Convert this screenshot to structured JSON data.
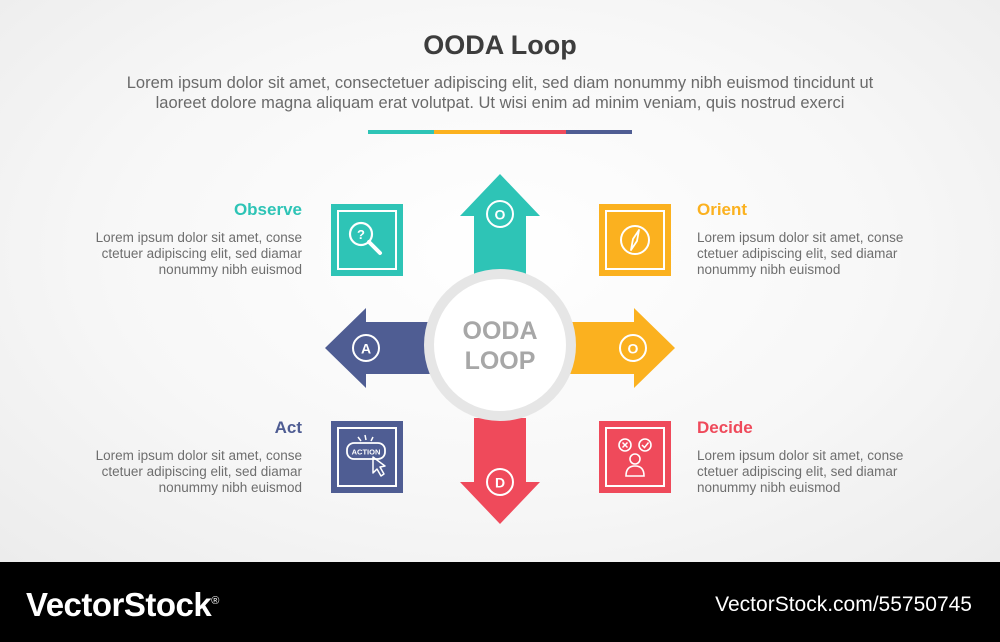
{
  "header": {
    "title": "OODA Loop",
    "subtitle_line1": "Lorem ipsum dolor sit amet, consectetuer adipiscing elit, sed diam nonummy nibh euismod tincidunt ut",
    "subtitle_line2": "laoreet dolore magna aliquam erat volutpat. Ut wisi enim ad minim veniam, quis nostrud exerci"
  },
  "colors": {
    "observe": "#2ec4b6",
    "orient": "#fbb11f",
    "decide": "#ef4a5b",
    "act": "#4f5d93",
    "hub_ring": "#e6e6e6",
    "hub_text": "#a7a7a7"
  },
  "hub": {
    "line1": "OODA",
    "line2": "LOOP"
  },
  "arrows": {
    "up_letter": "O",
    "right_letter": "O",
    "down_letter": "D",
    "left_letter": "A"
  },
  "steps": {
    "observe": {
      "title": "Observe",
      "desc_line1": "Lorem ipsum dolor sit amet, conse",
      "desc_line2": "ctetuer adipiscing elit, sed diamar",
      "desc_line3": "nonummy nibh euismod",
      "icon": "magnifier-question-icon"
    },
    "orient": {
      "title": "Orient",
      "desc_line1": "Lorem ipsum dolor sit amet, conse",
      "desc_line2": "ctetuer adipiscing elit, sed diamar",
      "desc_line3": "nonummy nibh euismod",
      "icon": "compass-icon"
    },
    "act": {
      "title": "Act",
      "desc_line1": "Lorem ipsum dolor sit amet, conse",
      "desc_line2": "ctetuer adipiscing elit, sed diamar",
      "desc_line3": "nonummy nibh euismod",
      "icon": "action-button-icon",
      "icon_label": "ACTION"
    },
    "decide": {
      "title": "Decide",
      "desc_line1": "Lorem ipsum dolor sit amet, conse",
      "desc_line2": "ctetuer adipiscing elit, sed diamar",
      "desc_line3": "nonummy nibh euismod",
      "icon": "person-choice-icon"
    }
  },
  "footer": {
    "brand": "VectorStock",
    "registered": "®",
    "url": "VectorStock.com/55750745"
  }
}
